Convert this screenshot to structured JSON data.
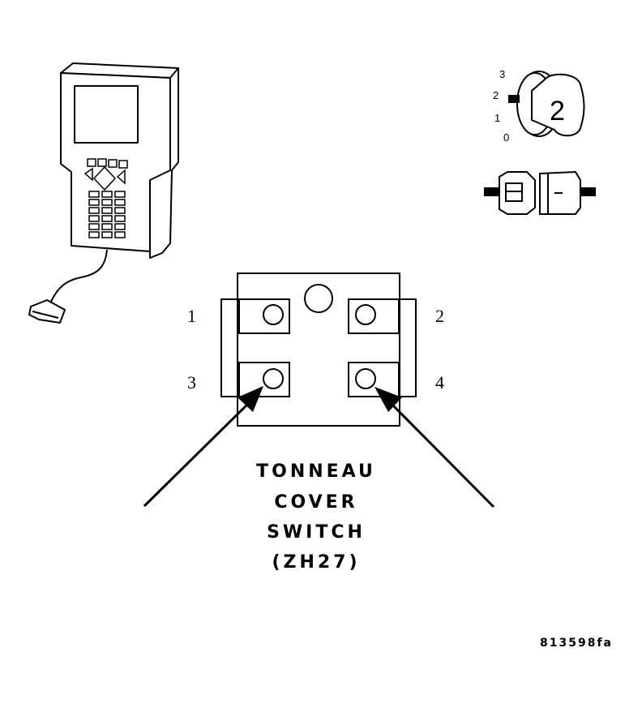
{
  "caption_lines": [
    "TONNEAU",
    "COVER",
    "SWITCH",
    "(ZH27)"
  ],
  "pin_labels": {
    "p1": "1",
    "p2": "2",
    "p3": "3",
    "p4": "4"
  },
  "ignition_key": {
    "positions": [
      "3",
      "2",
      "1",
      "0"
    ],
    "selected": "2"
  },
  "reference_id": "813598fa",
  "colors": {
    "line": "#000000",
    "background": "#ffffff"
  }
}
